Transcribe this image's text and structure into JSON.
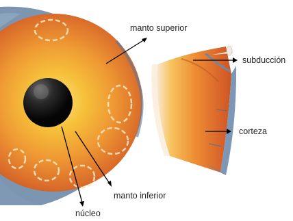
{
  "labels": {
    "manto_superior": "manto superior",
    "subduccion": "subducción",
    "corteza": "corteza",
    "manto_inferior": "manto inferior",
    "nucleo": "núcleo"
  },
  "colors": {
    "mantle_outer": "#d86a2a",
    "mantle_inner": "#f7c23b",
    "core": "#111111",
    "crust_blue": "#8aa7c4",
    "background": "#ffffff"
  }
}
